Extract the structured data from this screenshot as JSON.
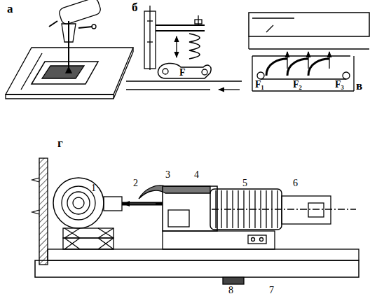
{
  "diagram": {
    "labels": [
      "а",
      "б",
      "в",
      "F",
      "F₁",
      "F₂",
      "F₃",
      "г",
      "1",
      "2",
      "3",
      "4",
      "5",
      "6",
      "8",
      "7"
    ]
  }
}
